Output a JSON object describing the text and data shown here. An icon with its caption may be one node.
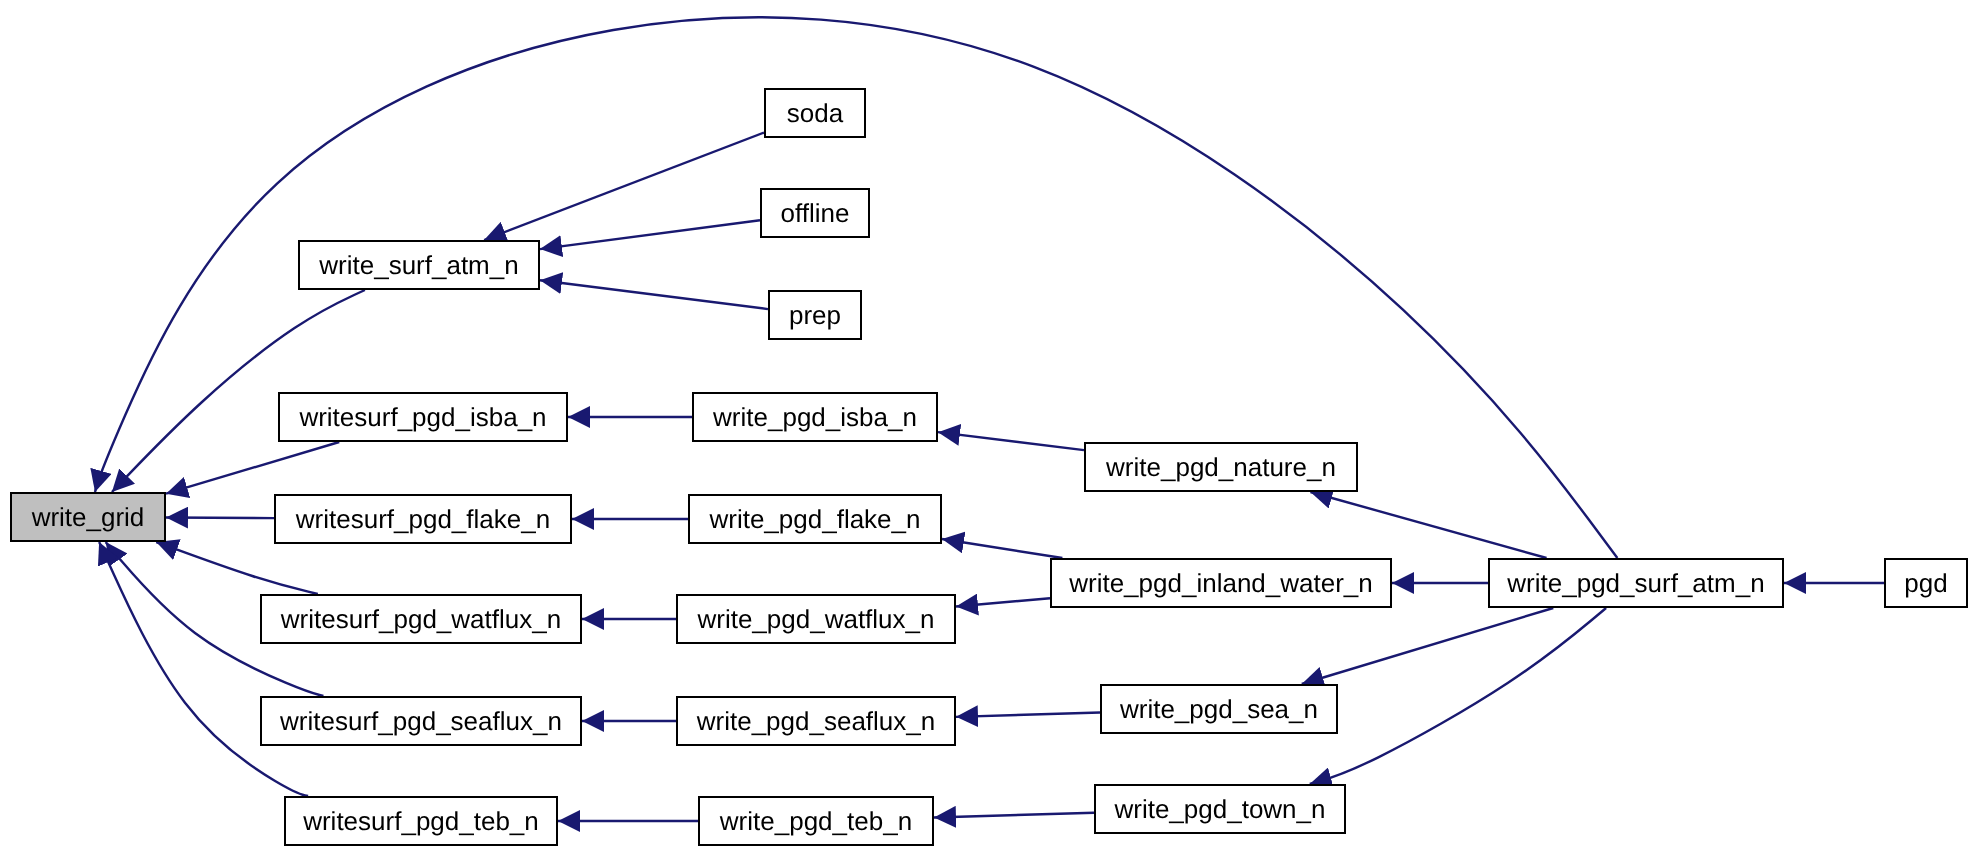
{
  "diagram": {
    "nodes": [
      {
        "text": [
          "write_grid"
        ]
      },
      {
        "text": [
          "write_surf_atm_n"
        ]
      },
      {
        "text": [
          "soda"
        ]
      },
      {
        "text": [
          "offline"
        ]
      },
      {
        "text": [
          "prep"
        ]
      },
      {
        "text": [
          "writesurf_pgd_isba_n"
        ]
      },
      {
        "text": [
          "write_pgd_isba_n"
        ]
      },
      {
        "text": [
          "write_pgd_nature_n"
        ]
      },
      {
        "text": [
          "writesurf_pgd_flake_n"
        ]
      },
      {
        "text": [
          "write_pgd_flake_n"
        ]
      },
      {
        "text": [
          "write_pgd_inland_water_n"
        ]
      },
      {
        "text": [
          "write_pgd_surf_atm_n"
        ]
      },
      {
        "text": [
          "pgd"
        ]
      },
      {
        "text": [
          "writesurf_pgd_watflux_n"
        ]
      },
      {
        "text": [
          "write_pgd_watflux_n"
        ]
      },
      {
        "text": [
          "writesurf_pgd_seaflux_n"
        ]
      },
      {
        "text": [
          "write_pgd_seaflux_n"
        ]
      },
      {
        "text": [
          "write_pgd_sea_n"
        ]
      },
      {
        "text": [
          "writesurf_pgd_teb_n"
        ]
      },
      {
        "text": [
          "write_pgd_teb_n"
        ]
      },
      {
        "text": [
          "write_pgd_town_n"
        ]
      }
    ],
    "edges": [
      {
        "from": 1,
        "to": 0,
        "arrow": "to"
      },
      {
        "from": 5,
        "to": 0,
        "arrow": "to"
      },
      {
        "from": 8,
        "to": 0,
        "arrow": "to"
      },
      {
        "from": 13,
        "to": 0,
        "arrow": "to"
      },
      {
        "from": 15,
        "to": 0,
        "arrow": "to"
      },
      {
        "from": 18,
        "to": 0,
        "arrow": "to"
      },
      {
        "from": 11,
        "to": 0,
        "arrow": "to"
      },
      {
        "from": 2,
        "to": 1,
        "arrow": "to"
      },
      {
        "from": 3,
        "to": 1,
        "arrow": "to"
      },
      {
        "from": 4,
        "to": 1,
        "arrow": "to"
      },
      {
        "from": 6,
        "to": 5,
        "arrow": "to"
      },
      {
        "from": 9,
        "to": 8,
        "arrow": "to"
      },
      {
        "from": 14,
        "to": 13,
        "arrow": "to"
      },
      {
        "from": 16,
        "to": 15,
        "arrow": "to"
      },
      {
        "from": 19,
        "to": 18,
        "arrow": "to"
      },
      {
        "from": 7,
        "to": 6,
        "arrow": "to"
      },
      {
        "from": 10,
        "to": 9,
        "arrow": "to"
      },
      {
        "from": 10,
        "to": 14,
        "arrow": "to"
      },
      {
        "from": 17,
        "to": 16,
        "arrow": "to"
      },
      {
        "from": 20,
        "to": 19,
        "arrow": "to"
      },
      {
        "from": 11,
        "to": 7,
        "arrow": "to"
      },
      {
        "from": 11,
        "to": 10,
        "arrow": "to"
      },
      {
        "from": 11,
        "to": 17,
        "arrow": "to"
      },
      {
        "from": 11,
        "to": 20,
        "arrow": "to"
      },
      {
        "from": 12,
        "to": 11,
        "arrow": "to"
      }
    ]
  }
}
